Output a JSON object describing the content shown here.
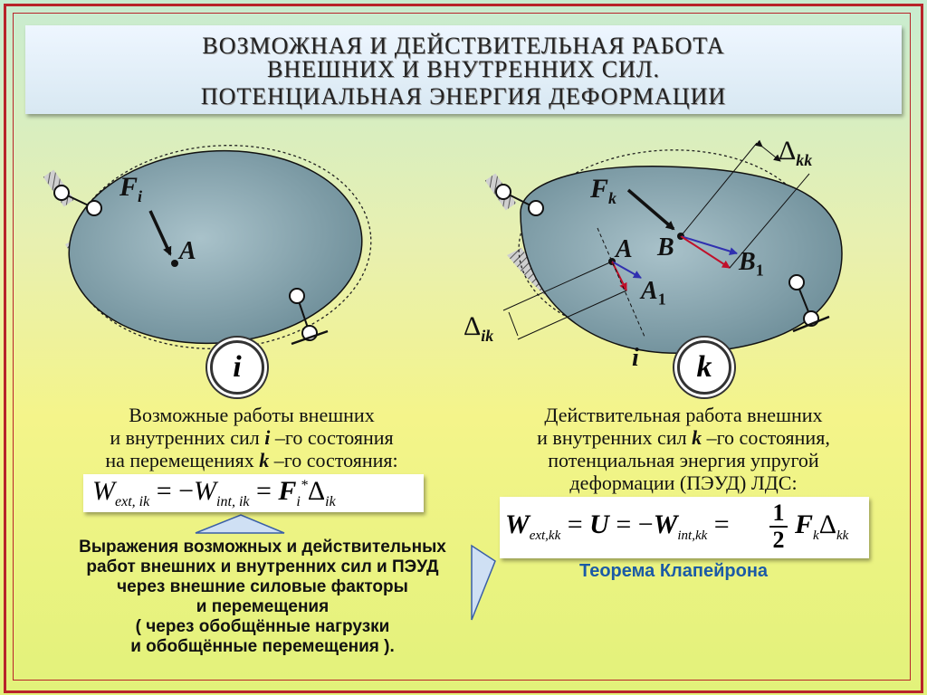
{
  "title": {
    "line1": "ВОЗМОЖНАЯ И ДЕЙСТВИТЕЛЬНАЯ РАБОТА",
    "line2": "ВНЕШНИХ И ВНУТРЕННИХ СИЛ.",
    "line3": "ПОТЕНЦИАЛЬНАЯ ЭНЕРГИЯ ДЕФОРМАЦИИ"
  },
  "left_figure": {
    "force": "F",
    "force_sub": "i",
    "point": "A",
    "state_label": "i"
  },
  "right_figure": {
    "force": "F",
    "force_sub": "k",
    "point_a": "A",
    "point_b": "B",
    "point_a1": "A",
    "point_a1_sub": "1",
    "point_b1": "B",
    "point_b1_sub": "1",
    "delta_kk": "Δ",
    "delta_kk_sub": "kk",
    "delta_ik": "Δ",
    "delta_ik_sub": "ik",
    "line_label": "i",
    "state_label": "k"
  },
  "left_text": {
    "line1": "Возможные работы внешних",
    "line2a": "и внутренних сил ",
    "line2i": "i",
    "line2b": " –го состояния",
    "line3a": "на перемещениях ",
    "line3k": "k",
    "line3b": " –го состояния:"
  },
  "right_text": {
    "line1": "Действительная работа внешних",
    "line2a": "и внутренних сил ",
    "line2k": "k",
    "line2b": " –го состояния,",
    "line3": "потенциальная энергия упругой",
    "line4": "деформации (ПЭУД) ЛДС:"
  },
  "formula_left": {
    "W": "W",
    "sub1": "ext, ik",
    "eq1": "= −",
    "sub2": "int, ik",
    "eq2": "=",
    "F": "F",
    "Fsub": "i",
    "star": "*",
    "delta": "Δ",
    "dsub": "ik"
  },
  "formula_right": {
    "W": "W",
    "sub1": "ext,kk",
    "eq1": "=",
    "U": "U",
    "eq2": "= −",
    "sub2": "int,kk",
    "eq3": "=",
    "num": "1",
    "den": "2",
    "F": "F",
    "Fsub": "k",
    "delta": "Δ",
    "dsub": "kk"
  },
  "bottom_text": {
    "line1": "Выражения возможных и действительных",
    "line2": "работ внешних и внутренних сил и ПЭУД",
    "line3": "через внешние силовые факторы",
    "line4": "и перемещения",
    "line5": "( через обобщённые нагрузки",
    "line6": "и обобщённые перемещения )."
  },
  "theorem": "Теорема Клапейрона",
  "colors": {
    "body_fill": "#7e9ea8",
    "accent_red": "#b8242a",
    "arrow_blue": "#3030b0",
    "arrow_red": "#c0102a",
    "theorem_blue": "#1b5aa6"
  }
}
